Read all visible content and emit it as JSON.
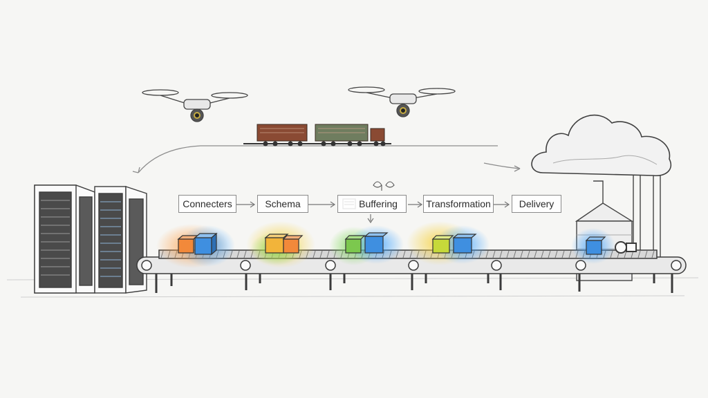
{
  "pipeline": {
    "stages": [
      {
        "label": "Connecters"
      },
      {
        "label": "Schema"
      },
      {
        "label": "Buffering"
      },
      {
        "label": "Transformation"
      },
      {
        "label": "Delivery"
      }
    ]
  },
  "colors": {
    "sketch": "#555555",
    "glow_orange": "#ff9a3c",
    "glow_yellow": "#f7d13b",
    "glow_green": "#7ed957",
    "glow_blue": "#3aa0ff",
    "cube_orange": "#f2893a",
    "cube_blue": "#3f8fe0",
    "cube_green": "#7cc84e",
    "train_red": "#8a4a33",
    "train_green": "#6f7d5f"
  },
  "icons": [
    "server-rack-icon",
    "drone-icon",
    "freight-train-icon",
    "cloud-icon",
    "silo-icon",
    "data-cube-icon",
    "conveyor-belt-icon"
  ]
}
